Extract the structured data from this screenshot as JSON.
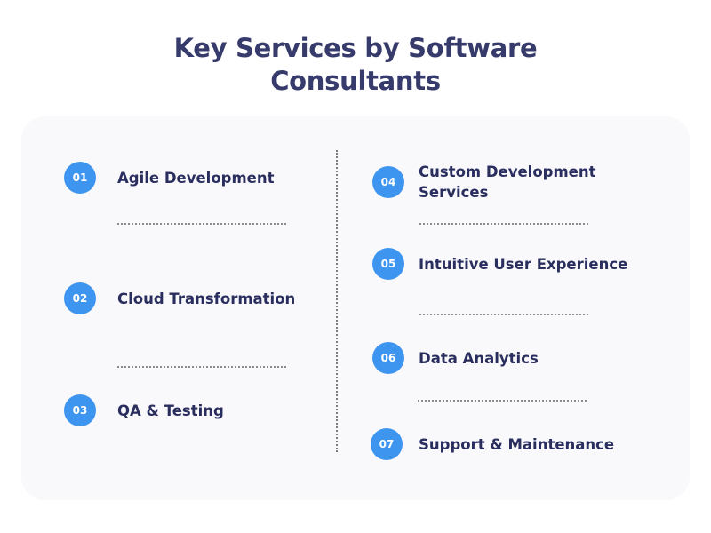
{
  "title": {
    "line1": "Key Services by Software",
    "line2": "Consultants"
  },
  "colors": {
    "badge": "#3d95f0",
    "text": "#2a2e5e",
    "title": "#363b6b",
    "card_bg": "#f9f9fb"
  },
  "left_column": [
    {
      "number": "01",
      "label": "Agile Development"
    },
    {
      "number": "02",
      "label": "Cloud Transformation"
    },
    {
      "number": "03",
      "label": "QA & Testing"
    }
  ],
  "right_column": [
    {
      "number": "04",
      "label_line1": "Custom Development",
      "label_line2": "Services"
    },
    {
      "number": "05",
      "label": "Intuitive User Experience"
    },
    {
      "number": "06",
      "label": "Data Analytics"
    },
    {
      "number": "07",
      "label": "Support & Maintenance"
    }
  ]
}
